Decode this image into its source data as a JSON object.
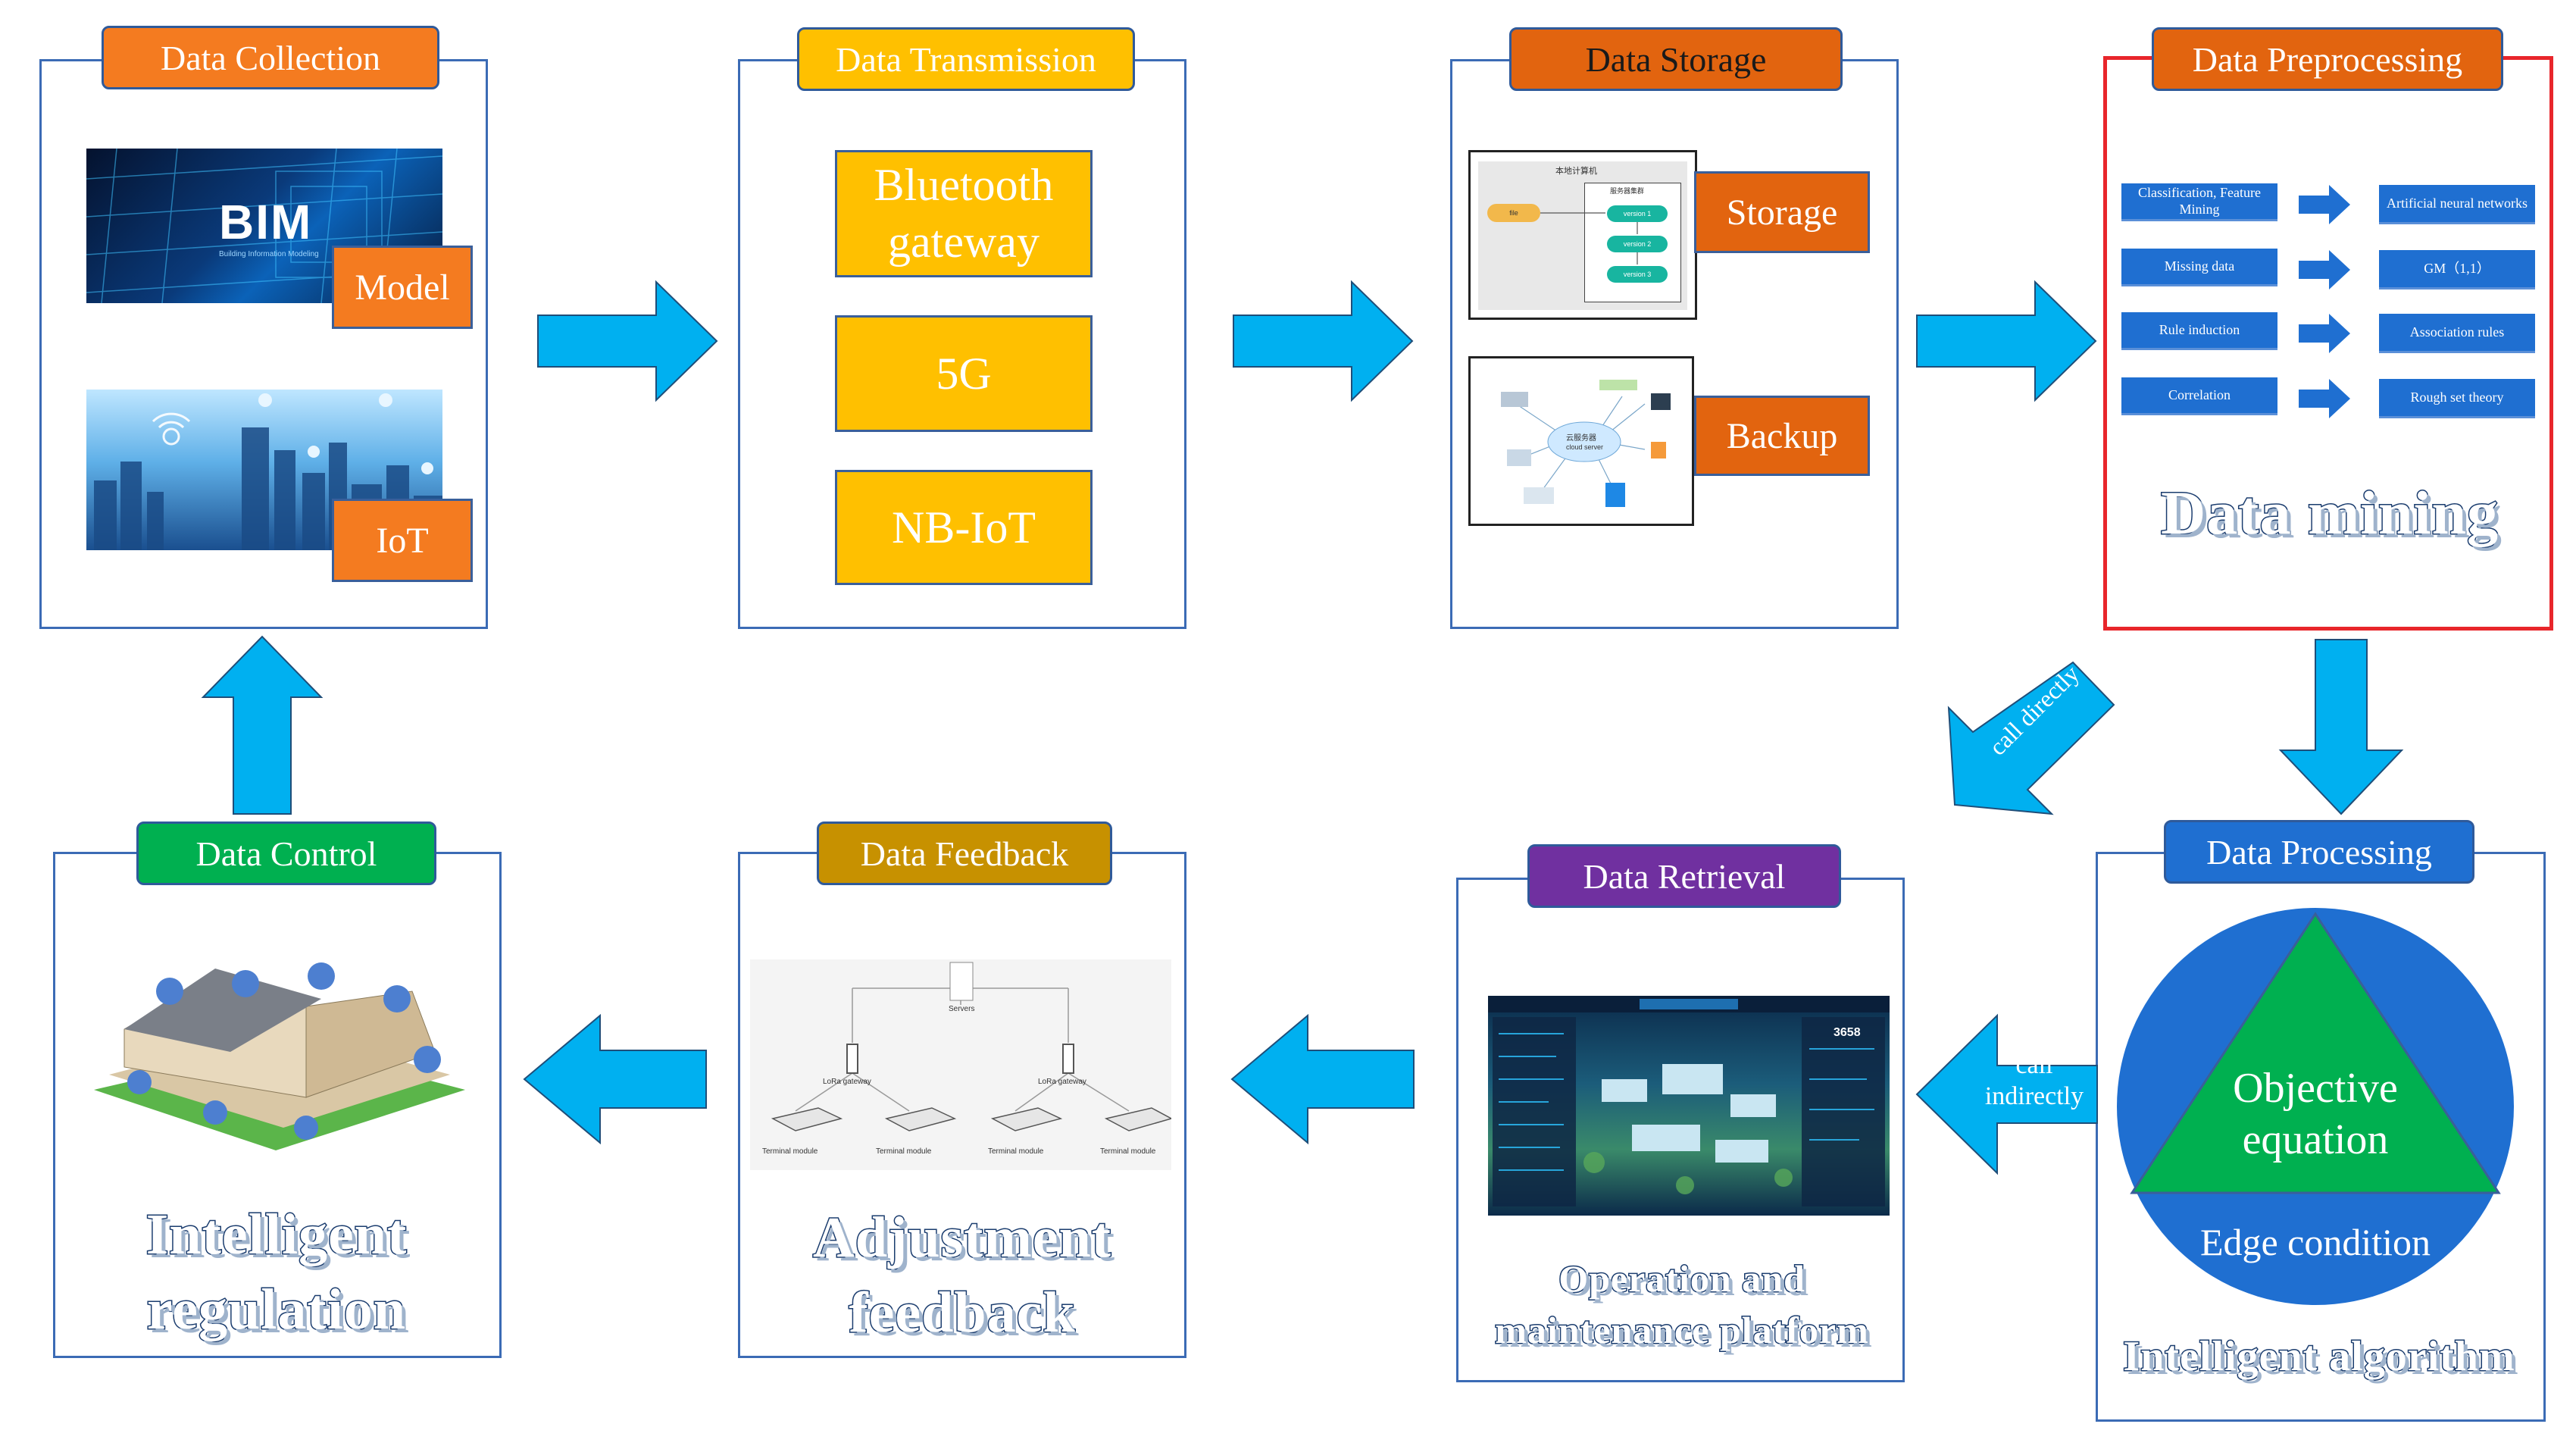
{
  "colors": {
    "arrow": "#00b0f0",
    "collection": "#f47b20",
    "transmission": "#ffc000",
    "storage": "#e2640f",
    "preprocessing": "#e2640f",
    "processing": "#1f6fd1",
    "retrieval": "#7030a0",
    "feedback": "#c79100",
    "control": "#00b050"
  },
  "collection": {
    "title": "Data Collection",
    "bim_logo": "BIM",
    "bim_caption": "Building Information Modeling",
    "model_label": "Model",
    "iot_label": "IoT"
  },
  "transmission": {
    "title": "Data Transmission",
    "items": [
      "Bluetooth gateway",
      "5G",
      "NB-IoT"
    ]
  },
  "storage": {
    "title": "Data Storage",
    "storage_label": "Storage",
    "backup_label": "Backup",
    "local_title": "本地计算机",
    "local_inner_title": "服务器集群",
    "local_node": "file",
    "versions": [
      "version 1",
      "version 2",
      "version 3"
    ],
    "cloud_label": "云服务器",
    "cloud_sub": "cloud server"
  },
  "preprocessing": {
    "title": "Data Preprocessing",
    "left": [
      "Classification, Feature Mining",
      "Missing data",
      "Rule induction",
      "Correlation"
    ],
    "right": [
      "Artificial neural networks",
      "GM（1,1）",
      "Association rules",
      "Rough set theory"
    ],
    "footer": "Data mining"
  },
  "processing": {
    "title": "Data Processing",
    "triangle_label": "Objective equation",
    "circle_label": "Edge condition",
    "footer": "Intelligent algorithm"
  },
  "retrieval": {
    "title": "Data Retrieval",
    "footer": "Operation and maintenance platform",
    "screen_number": "3658"
  },
  "feedback": {
    "title": "Data Feedback",
    "servers_label": "Servers",
    "gateway_label": "LoRa gateway",
    "terminal_label": "Terminal module",
    "footer": "Adjustment feedback"
  },
  "control": {
    "title": "Data Control",
    "footer": "Intelligent regulation"
  },
  "arrows": {
    "call_directly": "call directly",
    "call_indirectly": "call indirectly"
  }
}
